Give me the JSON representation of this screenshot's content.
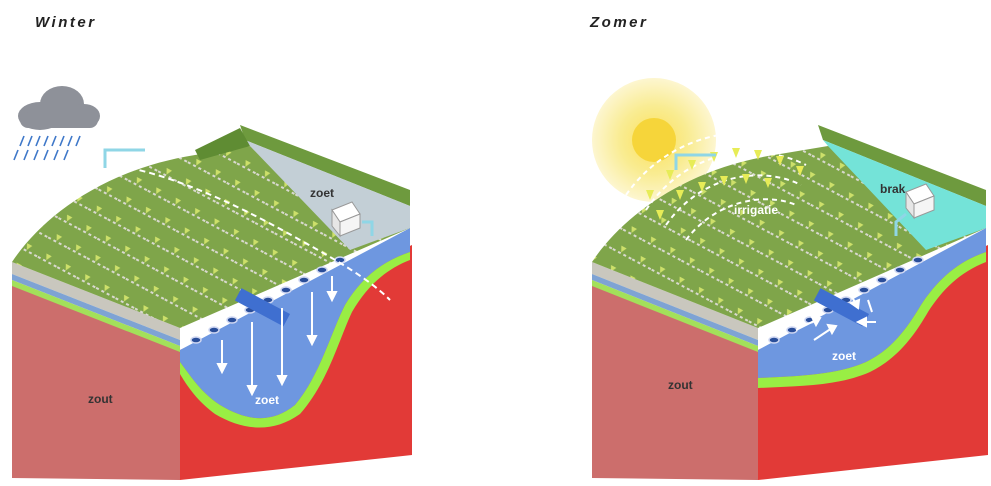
{
  "winter": {
    "title": "Winter",
    "labels": {
      "fresh_surface": "zoet",
      "fresh_lens": "zoet",
      "saline": "zout"
    },
    "icon": "rain-cloud-icon"
  },
  "summer": {
    "title": "Zomer",
    "labels": {
      "brackish": "brak",
      "irrigation": "irrigatie",
      "fresh_lens": "zoet",
      "saline": "zout"
    },
    "icon": "sun-icon"
  },
  "colors": {
    "saline": "#cc6e6c",
    "saline_top": "#e23a37",
    "fresh": "#6e97e0",
    "transition": "#99ee44",
    "grass": "#6e9a3e",
    "water_fresh": "#c3cfd6",
    "water_brackish": "#74e3d8",
    "sun": "#f7e37a"
  }
}
